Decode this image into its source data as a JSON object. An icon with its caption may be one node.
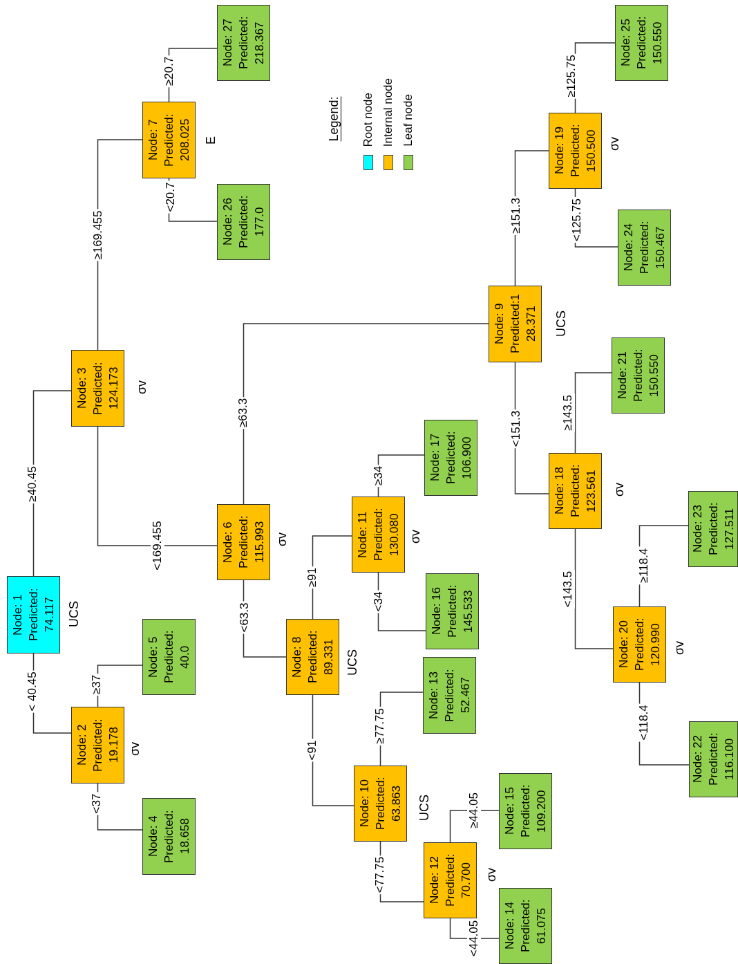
{
  "diagram": {
    "nodes": [
      {
        "text": [
          "Node: 1",
          "Predicted: 74.117"
        ],
        "beside": [
          "UCS"
        ]
      },
      {
        "text": [
          "Node: 2",
          "Predicted: 19.178"
        ],
        "beside": [
          "σv"
        ]
      },
      {
        "text": [
          "Node: 3",
          "Predicted: 124.173"
        ],
        "beside": [
          "σv"
        ]
      },
      {
        "text": [
          "Node: 4",
          "Predicted: 18.658"
        ]
      },
      {
        "text": [
          "Node: 5",
          "Predicted: 40.0"
        ]
      },
      {
        "text": [
          "Node: 6",
          "Predicted: 115.993"
        ],
        "beside": [
          "σv"
        ]
      },
      {
        "text": [
          "Node: 7",
          "Predicted: 208.025"
        ],
        "beside": [
          "E"
        ]
      },
      {
        "text": [
          "Node: 8",
          "Predicted: 89.331"
        ],
        "beside": [
          "UCS"
        ]
      },
      {
        "text": [
          "Node: 9",
          "Predicted:1 28.371"
        ],
        "beside": [
          "UCS"
        ]
      },
      {
        "text": [
          "Node: 10",
          "Predicted: 63.863"
        ],
        "beside": [
          "UCS"
        ]
      },
      {
        "text": [
          "Node: 11",
          "Predicted: 130.080"
        ],
        "beside": [
          "σv"
        ]
      },
      {
        "text": [
          "Node: 12",
          "Predicted: 70.700"
        ],
        "beside": [
          "σv"
        ]
      },
      {
        "text": [
          "Node: 13",
          "Predicted: 52.467"
        ]
      },
      {
        "text": [
          "Node: 14",
          "Predicted: 61.075"
        ]
      },
      {
        "text": [
          "Node: 15",
          "Predicted: 109.200"
        ]
      },
      {
        "text": [
          "Node: 16",
          "Predicted: 145.533"
        ]
      },
      {
        "text": [
          "Node: 17",
          "Predicted: 106.900"
        ]
      },
      {
        "text": [
          "Node: 18",
          "Predicted: 123.561"
        ],
        "beside": [
          "σv"
        ]
      },
      {
        "text": [
          "Node: 19",
          "Predicted: 150.500"
        ],
        "beside": [
          "σv"
        ]
      },
      {
        "text": [
          "Node: 20",
          "Predicted: 120.990"
        ],
        "beside": [
          "σv"
        ]
      },
      {
        "text": [
          "Node: 21",
          "Predicted: 150.550"
        ]
      },
      {
        "text": [
          "Node: 22",
          "Predicted: 116.100"
        ]
      },
      {
        "text": [
          "Node: 23",
          "Predicted: 127.511"
        ]
      },
      {
        "text": [
          "Node: 24",
          "Predicted: 150.467"
        ]
      },
      {
        "text": [
          "Node: 25",
          "Predicted: 150.550"
        ]
      },
      {
        "text": [
          "Node: 26",
          "Predicted: 177.0"
        ]
      },
      {
        "text": [
          "Node: 27",
          "Predicted: 218.367"
        ]
      }
    ],
    "edges": [
      {
        "from": 0,
        "to": 2,
        "arrow": "none",
        "label": "≥40.45"
      },
      {
        "from": 0,
        "to": 1,
        "arrow": "none",
        "label": "< 40.45"
      },
      {
        "from": 1,
        "to": 4,
        "arrow": "none",
        "label": "≥37"
      },
      {
        "from": 1,
        "to": 3,
        "arrow": "none",
        "label": "<37"
      },
      {
        "from": 2,
        "to": 6,
        "arrow": "none",
        "label": "≥169.455"
      },
      {
        "from": 2,
        "to": 5,
        "arrow": "none",
        "label": "<169.455"
      },
      {
        "from": 6,
        "to": 26,
        "arrow": "none",
        "label": "≥20.7"
      },
      {
        "from": 6,
        "to": 25,
        "arrow": "none",
        "label": "<20.7"
      },
      {
        "from": 5,
        "to": 8,
        "arrow": "none",
        "label": "≥63.3"
      },
      {
        "from": 5,
        "to": 7,
        "arrow": "none",
        "label": "<63.3"
      },
      {
        "from": 7,
        "to": 10,
        "arrow": "none",
        "label": "≥91"
      },
      {
        "from": 7,
        "to": 9,
        "arrow": "none",
        "label": "<91"
      },
      {
        "from": 10,
        "to": 16,
        "arrow": "none",
        "label": "≥34"
      },
      {
        "from": 10,
        "to": 15,
        "arrow": "none",
        "label": "<34"
      },
      {
        "from": 9,
        "to": 12,
        "arrow": "none",
        "label": "≥77.75"
      },
      {
        "from": 9,
        "to": 11,
        "arrow": "none",
        "label": "<77.75"
      },
      {
        "from": 11,
        "to": 14,
        "arrow": "none",
        "label": "≥44.05"
      },
      {
        "from": 11,
        "to": 13,
        "arrow": "none",
        "label": "<44.05"
      },
      {
        "from": 8,
        "to": 18,
        "arrow": "none",
        "label": "≥151.3"
      },
      {
        "from": 8,
        "to": 17,
        "arrow": "none",
        "label": "<151.3"
      },
      {
        "from": 18,
        "to": 24,
        "arrow": "none",
        "label": "≥125.75"
      },
      {
        "from": 18,
        "to": 23,
        "arrow": "none",
        "label": "<125.75"
      },
      {
        "from": 17,
        "to": 20,
        "arrow": "none",
        "label": "≥143.5"
      },
      {
        "from": 17,
        "to": 19,
        "arrow": "none",
        "label": "<143.5"
      },
      {
        "from": 19,
        "to": 22,
        "arrow": "none",
        "label": "≥118.4"
      },
      {
        "from": 19,
        "to": 21,
        "arrow": "none",
        "label": "<118.4"
      }
    ],
    "labels": [
      "Legend:"
    ],
    "legend": [
      {
        "text": "Root node",
        "color": "#00ffff"
      },
      {
        "text": "Internal node",
        "color": "#ffc000"
      },
      {
        "text": "Leaf node",
        "color": "#92d050"
      }
    ]
  }
}
